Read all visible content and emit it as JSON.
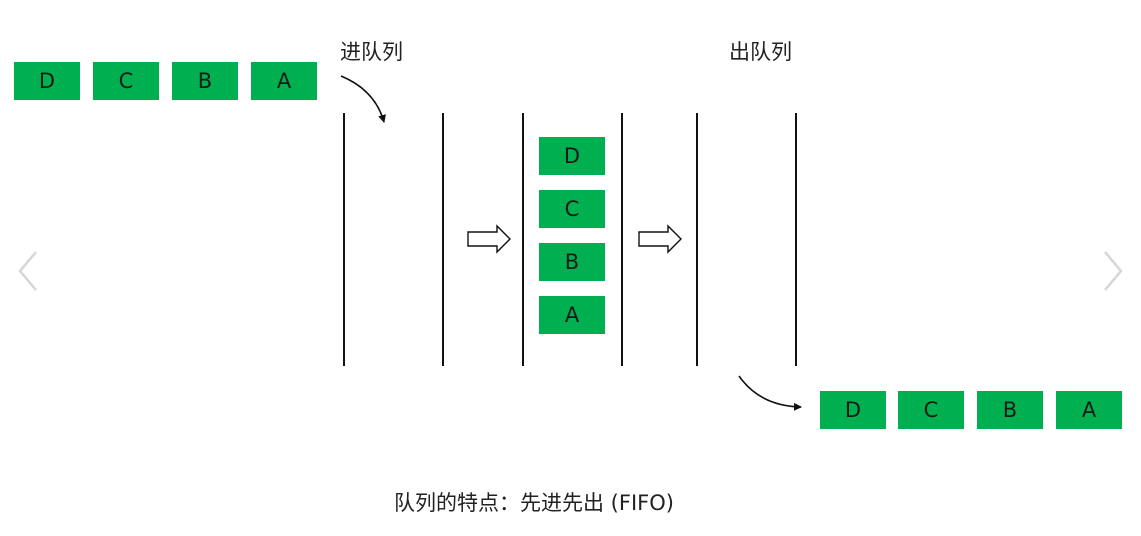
{
  "diagram": {
    "enqueue_label": "进队列",
    "dequeue_label": "出队列",
    "caption": "队列的特点：先进先出 (FIFO)",
    "box_color": "#00b050",
    "input_queue": [
      "D",
      "C",
      "B",
      "A"
    ],
    "queue_contents": [
      "D",
      "C",
      "B",
      "A"
    ],
    "output_queue": [
      "D",
      "C",
      "B",
      "A"
    ]
  },
  "controls": {
    "prev_icon": "chevron-left-icon",
    "next_icon": "chevron-right-icon"
  }
}
